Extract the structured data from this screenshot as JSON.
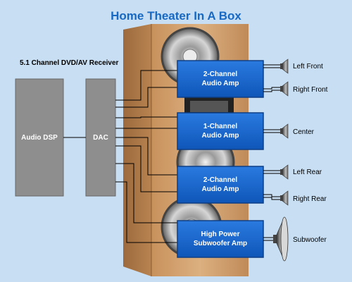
{
  "title": "Home Theater In A Box",
  "subtitle": "5.1 Channel DVD/AV Receiver",
  "blocks": {
    "dsp": "Audio DSP",
    "dac": "DAC"
  },
  "amps": [
    {
      "line1": "2-Channel",
      "line2": "Audio Amp"
    },
    {
      "line1": "1-Channel",
      "line2": "Audio Amp"
    },
    {
      "line1": "2-Channel",
      "line2": "Audio Amp"
    },
    {
      "line1": "High Power",
      "line2": "Subwoofer Amp"
    }
  ],
  "outputs": [
    "Left Front",
    "Right Front",
    "Center",
    "Left Rear",
    "Right Rear",
    "Subwoofer"
  ],
  "colors": {
    "background": "#c8def2",
    "title": "#1769c4",
    "amp_fill": "#1565c8",
    "amp_border": "#0c3e86",
    "block_fill": "#8e8e8e",
    "cabinet": "#d2a071"
  },
  "icons": [
    "speaker-cabinet-image",
    "speaker-cone-icon"
  ]
}
